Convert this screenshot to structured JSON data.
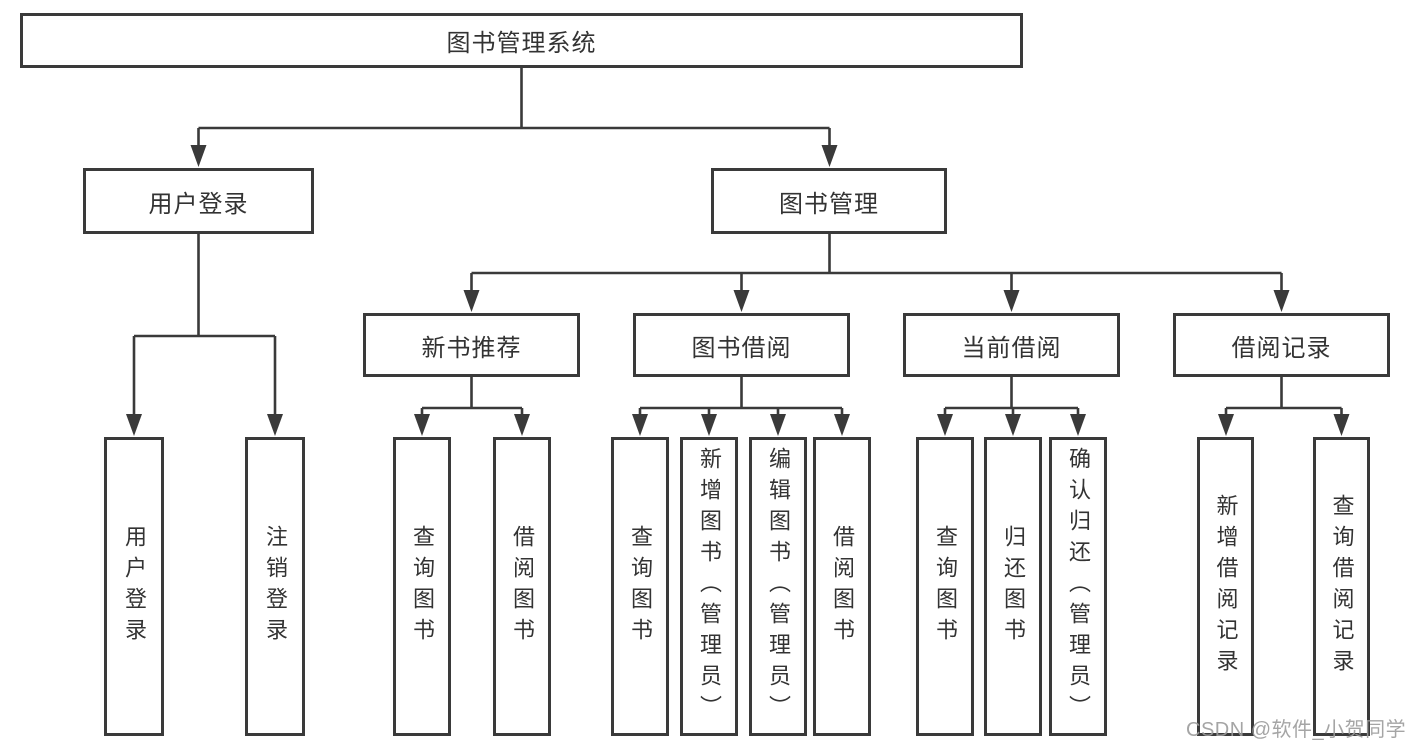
{
  "diagram": {
    "root": "图书管理系统",
    "login": {
      "label": "用户登录",
      "children": [
        "用户登录",
        "注销登录"
      ]
    },
    "management": {
      "label": "图书管理",
      "groups": [
        {
          "label": "新书推荐",
          "children": [
            "查询图书",
            "借阅图书"
          ]
        },
        {
          "label": "图书借阅",
          "children": [
            "查询图书",
            "新增图书（管理员）",
            "编辑图书（管理员）",
            "借阅图书"
          ]
        },
        {
          "label": "当前借阅",
          "children": [
            "查询图书",
            "归还图书",
            "确认归还（管理员）"
          ]
        },
        {
          "label": "借阅记录",
          "children": [
            "新增借阅记录",
            "查询借阅记录"
          ]
        }
      ]
    }
  },
  "watermark": "CSDN @软件_小贺同学",
  "colors": {
    "line": "#3a3a3a",
    "text": "#333333",
    "watermark": "#9c9c9c",
    "background": "#ffffff"
  }
}
